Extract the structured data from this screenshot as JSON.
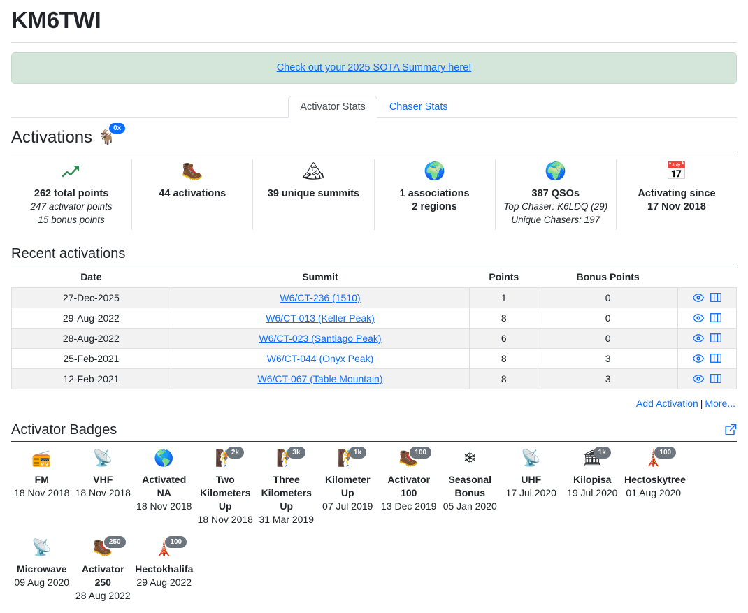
{
  "header": {
    "callsign": "KM6TWI"
  },
  "alert": {
    "link_text": "Check out your 2025 SOTA Summary here!"
  },
  "tabs": [
    {
      "label": "Activator Stats",
      "active": true
    },
    {
      "label": "Chaser Stats",
      "active": false
    }
  ],
  "activations_section": {
    "title": "Activations",
    "goat_icon": "goat-icon",
    "goat_badge": "0x"
  },
  "stats": [
    {
      "icon": "chart-increasing-icon",
      "main": "262 total points",
      "subs": [
        "247 activator points",
        "15 bonus points"
      ],
      "bold_lines": []
    },
    {
      "icon": "hiker-icon",
      "main": "44 activations",
      "subs": [],
      "bold_lines": []
    },
    {
      "icon": "mountain-icon",
      "main": "39 unique summits",
      "subs": [],
      "bold_lines": []
    },
    {
      "icon": "globe-pin-icon",
      "main": "1 associations",
      "subs": [],
      "bold_lines": [
        "2 regions"
      ]
    },
    {
      "icon": "globe-pin-icon",
      "main": "387 QSOs",
      "subs": [
        "Top Chaser: K6LDQ (29)",
        "Unique Chasers: 197"
      ],
      "bold_lines": []
    },
    {
      "icon": "calendar-icon",
      "main": "Activating since",
      "subs": [],
      "bold_lines": [
        "17 Nov 2018"
      ]
    }
  ],
  "recent": {
    "title": "Recent activations",
    "columns": [
      "Date",
      "Summit",
      "Points",
      "Bonus Points",
      ""
    ],
    "rows": [
      {
        "date": "27-Dec-2025",
        "summit": "W6/CT-236 (1510)",
        "points": "1",
        "bonus": "0",
        "icons": [
          "eye-icon",
          "map-icon"
        ]
      },
      {
        "date": "29-Aug-2022",
        "summit": "W6/CT-013 (Keller Peak)",
        "points": "8",
        "bonus": "0",
        "icons": [
          "eye-icon",
          "map-icon"
        ]
      },
      {
        "date": "28-Aug-2022",
        "summit": "W6/CT-023 (Santiago Peak)",
        "points": "6",
        "bonus": "0",
        "icons": [
          "eye-icon",
          "map-icon"
        ]
      },
      {
        "date": "25-Feb-2021",
        "summit": "W6/CT-044 (Onyx Peak)",
        "points": "8",
        "bonus": "3",
        "icons": [
          "eye-icon",
          "map-icon"
        ]
      },
      {
        "date": "12-Feb-2021",
        "summit": "W6/CT-067 (Table Mountain)",
        "points": "8",
        "bonus": "3",
        "icons": [
          "eye-icon",
          "map-icon"
        ]
      }
    ],
    "add_link": "Add Activation",
    "separator": "|",
    "more_link": "More..."
  },
  "badges_section": {
    "title": "Activator Badges",
    "external_icon": "external-link-icon",
    "badges": [
      {
        "icon": "handheld-radio-icon",
        "emoji": "📻",
        "count": null,
        "name": "FM",
        "date": "18 Nov 2018"
      },
      {
        "icon": "antenna-icon",
        "emoji": "📡",
        "count": null,
        "name": "VHF",
        "date": "18 Nov 2018"
      },
      {
        "icon": "north-america-map-icon",
        "emoji": "🌎",
        "count": null,
        "name": "Activated NA",
        "date": "18 Nov 2018"
      },
      {
        "icon": "climber-icon",
        "emoji": "🧗",
        "count": "2k",
        "name": "Two Kilometers Up",
        "date": "18 Nov 2018"
      },
      {
        "icon": "climber-icon",
        "emoji": "🧗",
        "count": "3k",
        "name": "Three Kilometers Up",
        "date": "31 Mar 2019"
      },
      {
        "icon": "climber-icon",
        "emoji": "🧗",
        "count": "1k",
        "name": "Kilometer Up",
        "date": "07 Jul 2019"
      },
      {
        "icon": "hiker-icon",
        "emoji": "🥾",
        "count": "100",
        "name": "Activator 100",
        "date": "13 Dec 2019"
      },
      {
        "icon": "snowflake-icon",
        "emoji": "❄",
        "count": null,
        "name": "Seasonal Bonus",
        "date": "05 Jan 2020"
      },
      {
        "icon": "antenna-icon",
        "emoji": "📡",
        "count": null,
        "name": "UHF",
        "date": "17 Jul 2020"
      },
      {
        "icon": "leaning-tower-icon",
        "emoji": "🏛",
        "count": "1k",
        "name": "Kilopisa",
        "date": "19 Jul 2020"
      },
      {
        "icon": "tower-icon",
        "emoji": "🗼",
        "count": "100",
        "name": "Hectoskytree",
        "date": "01 Aug 2020"
      },
      {
        "icon": "satellite-dish-icon",
        "emoji": "📡",
        "count": null,
        "name": "Microwave",
        "date": "09 Aug 2020"
      },
      {
        "icon": "hiker-icon",
        "emoji": "🥾",
        "count": "250",
        "name": "Activator 250",
        "date": "28 Aug 2022"
      },
      {
        "icon": "burj-tower-icon",
        "emoji": "🗼",
        "count": "100",
        "name": "Hectokhalifa",
        "date": "29 Aug 2022"
      }
    ]
  },
  "colors": {
    "link": "#0d6efd",
    "alert_bg": "#d4e6da",
    "badge_gray": "#6c757d",
    "badge_blue": "#0d6efd",
    "row_alt": "#f2f2f2"
  }
}
